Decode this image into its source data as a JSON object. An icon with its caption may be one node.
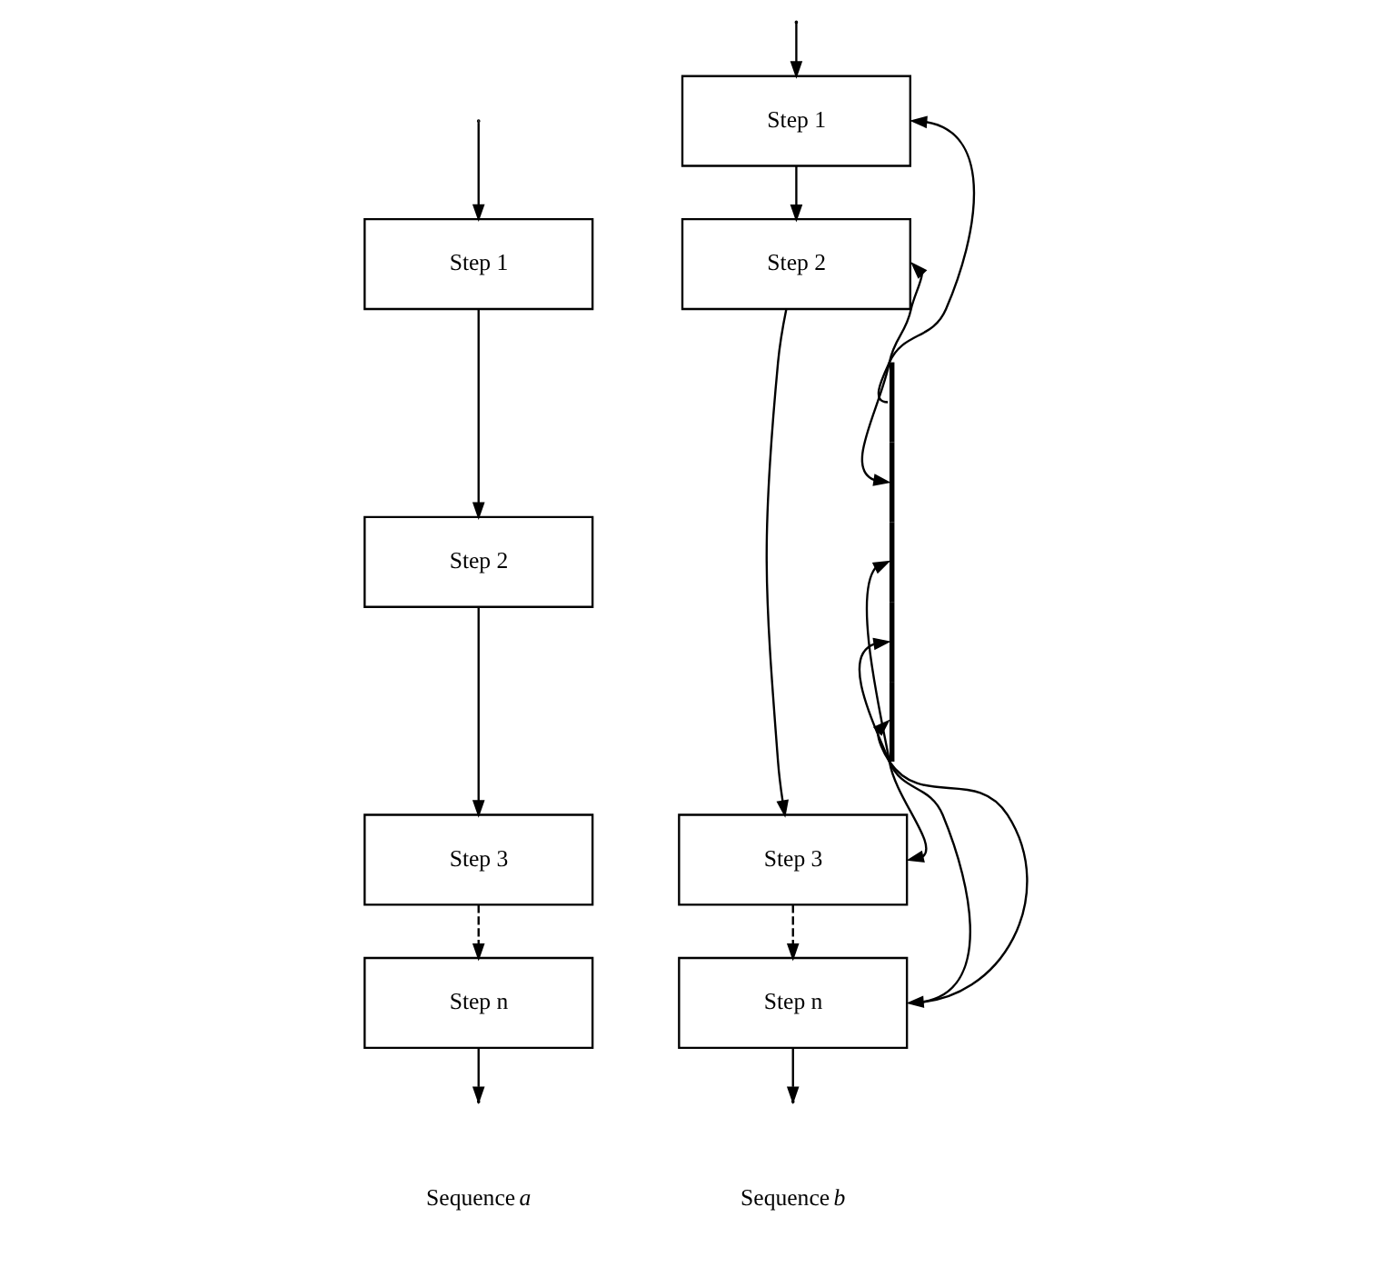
{
  "diagram": {
    "nodes": [
      {
        "text": [
          "Step 1"
        ]
      },
      {
        "text": [
          "Step 2"
        ]
      },
      {
        "text": [
          "Step 3"
        ]
      },
      {
        "text": [
          "Step n"
        ]
      },
      {
        "text": [
          "Step 1"
        ]
      },
      {
        "text": [
          "Step 2"
        ]
      },
      {
        "text": [
          "Step 3"
        ]
      },
      {
        "text": [
          "Step n"
        ]
      },
      {
        "text": [],
        "shape": "bar"
      }
    ],
    "edges": [
      {
        "from": null,
        "to": 0,
        "arrow": "to"
      },
      {
        "from": 0,
        "to": 1,
        "arrow": "to"
      },
      {
        "from": 1,
        "to": 2,
        "arrow": "to"
      },
      {
        "from": 2,
        "to": 3,
        "arrow": "to",
        "style": "dashed"
      },
      {
        "from": 3,
        "to": null,
        "arrow": "to"
      },
      {
        "from": null,
        "to": 4,
        "arrow": "to"
      },
      {
        "from": 4,
        "to": 5,
        "arrow": "to"
      },
      {
        "from": 5,
        "to": 6,
        "arrow": "to"
      },
      {
        "from": 6,
        "to": 7,
        "arrow": "to",
        "style": "dashed"
      },
      {
        "from": 7,
        "to": null,
        "arrow": "to"
      },
      {
        "from": 8,
        "to": 4,
        "arrow": "to"
      },
      {
        "from": 8,
        "to": 5,
        "arrow": "both"
      },
      {
        "from": 8,
        "to": 6,
        "arrow": "both"
      },
      {
        "from": 8,
        "to": 7,
        "arrow": "both"
      },
      {
        "from": 7,
        "to": 8,
        "arrow": "to"
      }
    ],
    "labels": [
      "Sequence *a*",
      "Sequence *b*"
    ]
  }
}
